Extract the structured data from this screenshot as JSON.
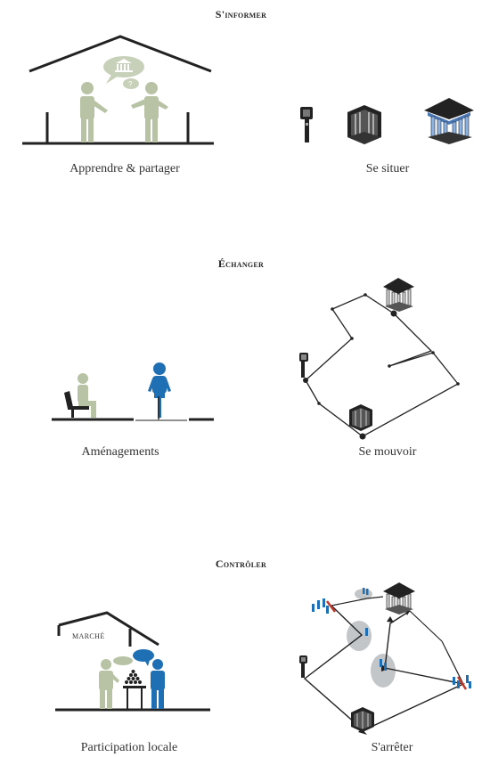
{
  "sections": [
    {
      "heading": "S'informer",
      "left_caption": "Apprendre & partager",
      "right_caption": "Se situer"
    },
    {
      "heading": "Échanger",
      "left_caption": "Aménagements",
      "right_caption": "Se mouvoir"
    },
    {
      "heading": "Contrôler",
      "left_caption": "Participation locale",
      "right_caption": "S'arrêter",
      "market_sign": "MARCHÉ"
    }
  ],
  "colors": {
    "sage": "#b7c3a4",
    "blue": "#1f6fb5",
    "grey_zone": "#c3c6c9",
    "red": "#c0392b",
    "ink": "#222222"
  },
  "icons": [
    "museum-icon",
    "question-bubble-icon",
    "phone-sign-icon",
    "pavilion-icon",
    "temple-icon",
    "chair-icon",
    "bicycle-icon",
    "message-bubble-icon",
    "produce-stall-icon"
  ]
}
